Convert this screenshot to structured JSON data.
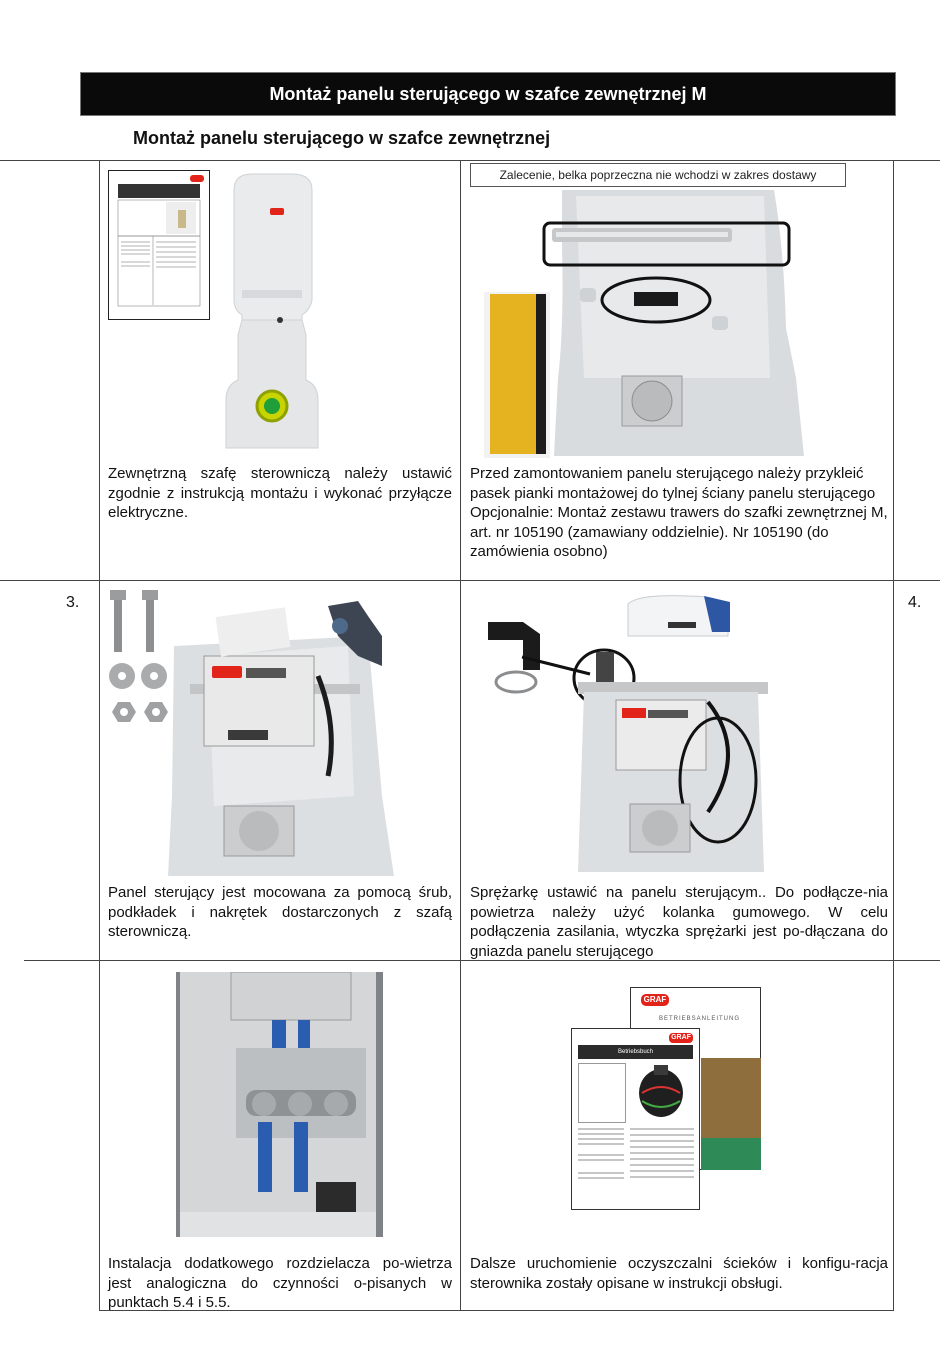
{
  "header": {
    "title": "Montaż panelu sterującego w szafce zewnętrznej M",
    "subtitle": "Montaż panelu sterującego w szafce zewnętrznej"
  },
  "rows": [
    {
      "left": {
        "number": "",
        "text": "Zewnętrzną szafę sterowniczą należy ustawić zgodnie z instrukcją montażu i wykonać przyłącze elektryczne."
      },
      "right": {
        "number": "",
        "note": "Zalecenie, belka poprzeczna nie wchodzi w zakres dostawy",
        "text": "Przed zamontowaniem panelu sterującego należy przykleić pasek pianki montażowej do tylnej ściany panelu sterującego  Opcjonalnie: Montaż zestawu trawers do szafki zewnętrznej M, art. nr 105190 (zamawiany oddzielnie). Nr 105190 (do zamówienia osobno)"
      }
    },
    {
      "left": {
        "number": "3.",
        "text": "Panel sterujący jest mocowana za pomocą śrub, podkładek i nakrętek dostarczonych z szafą sterowniczą."
      },
      "right": {
        "number": "4.",
        "text": "Sprężarkę ustawić na panelu sterującym.. Do podłącze-nia powietrza należy użyć kolanka gumowego. W celu podłączenia zasilania, wtyczka sprężarki jest po-dłączana do gniazda panelu sterującego"
      }
    },
    {
      "left": {
        "number": "",
        "text": "Instalacja dodatkowego rozdzielacza po-wietrza jest analogiczna do czynności o-pisanych w punktach 5.4 i 5.5."
      },
      "right": {
        "number": "",
        "text": "Dalsze uruchomienie oczyszczalni ścieków i konfigu-racja sterownika zostały opisane w instrukcji obsługi."
      }
    }
  ],
  "brand": {
    "logo_text": "GRAF",
    "logo_color": "#e2231a"
  },
  "booklets": {
    "back_title": "BETRIEBSANLEITUNG",
    "front_title": "Betriebsbuch"
  },
  "colors": {
    "title_bg": "#0a0a0a",
    "title_fg": "#ffffff",
    "grid": "#444444"
  }
}
